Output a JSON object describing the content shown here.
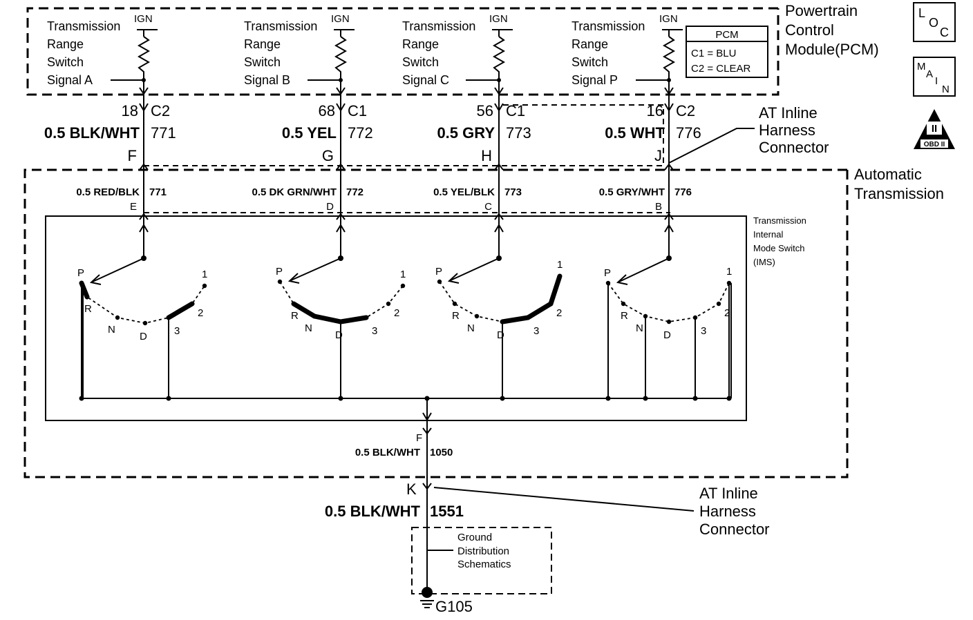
{
  "modules": {
    "pcm_name": "Powertrain Control Module(PCM)",
    "pcm_name_lines": [
      "Powertrain",
      "Control",
      "Module(PCM)"
    ],
    "trans_name_lines": [
      "Automatic",
      "Transmission"
    ],
    "ims_name_lines": [
      "Transmission",
      "Internal",
      "Mode Switch",
      "(IMS)"
    ],
    "ground_box_lines": [
      "Ground",
      "Distribution",
      "Schematics"
    ],
    "ground_label": "G105"
  },
  "pcm_table": {
    "title": "PCM",
    "rows": [
      "C1 = BLU",
      "C2 = CLEAR"
    ]
  },
  "icons": {
    "loc": {
      "letters": [
        "L",
        "O",
        "C"
      ]
    },
    "main": {
      "letters": [
        "M",
        "A",
        "I",
        "N"
      ]
    },
    "obd": {
      "top": "II",
      "bottom": "OBD II"
    }
  },
  "signals": [
    {
      "lines": [
        "Transmission",
        "Range",
        "Switch",
        "Signal A"
      ],
      "ign": "IGN",
      "pcm_pin": "18",
      "pcm_conn": "C2",
      "pcm_wire": "0.5 BLK/WHT",
      "pcm_circuit": "771",
      "inline_pin": "F",
      "trans_wire": "0.5 RED/BLK",
      "trans_circuit": "771",
      "trans_pin": "E"
    },
    {
      "lines": [
        "Transmission",
        "Range",
        "Switch",
        "Signal B"
      ],
      "ign": "IGN",
      "pcm_pin": "68",
      "pcm_conn": "C1",
      "pcm_wire": "0.5 YEL",
      "pcm_circuit": "772",
      "inline_pin": "G",
      "trans_wire": "0.5 DK GRN/WHT",
      "trans_circuit": "772",
      "trans_pin": "D"
    },
    {
      "lines": [
        "Transmission",
        "Range",
        "Switch",
        "Signal C"
      ],
      "ign": "IGN",
      "pcm_pin": "56",
      "pcm_conn": "C1",
      "pcm_wire": "0.5 GRY",
      "pcm_circuit": "773",
      "inline_pin": "H",
      "trans_wire": "0.5 YEL/BLK",
      "trans_circuit": "773",
      "trans_pin": "C"
    },
    {
      "lines": [
        "Transmission",
        "Range",
        "Switch",
        "Signal P"
      ],
      "ign": "IGN",
      "pcm_pin": "16",
      "pcm_conn": "C2",
      "pcm_wire": "0.5 WHT",
      "pcm_circuit": "776",
      "inline_pin": "J",
      "trans_wire": "0.5 GRY/WHT",
      "trans_circuit": "776",
      "trans_pin": "B"
    }
  ],
  "inline_connector_label_lines": [
    "AT Inline",
    "Harness",
    "Connector"
  ],
  "gear_letters": [
    "P",
    "R",
    "N",
    "D",
    "3",
    "2",
    "1"
  ],
  "ground_path": {
    "ims_pin": "F",
    "ims_wire": "0.5 BLK/WHT",
    "ims_circuit": "1050",
    "inline_pin": "K",
    "inline_wire": "0.5 BLK/WHT",
    "inline_circuit": "1551"
  },
  "lower_connector_label_lines": [
    "AT Inline",
    "Harness",
    "Connector"
  ]
}
